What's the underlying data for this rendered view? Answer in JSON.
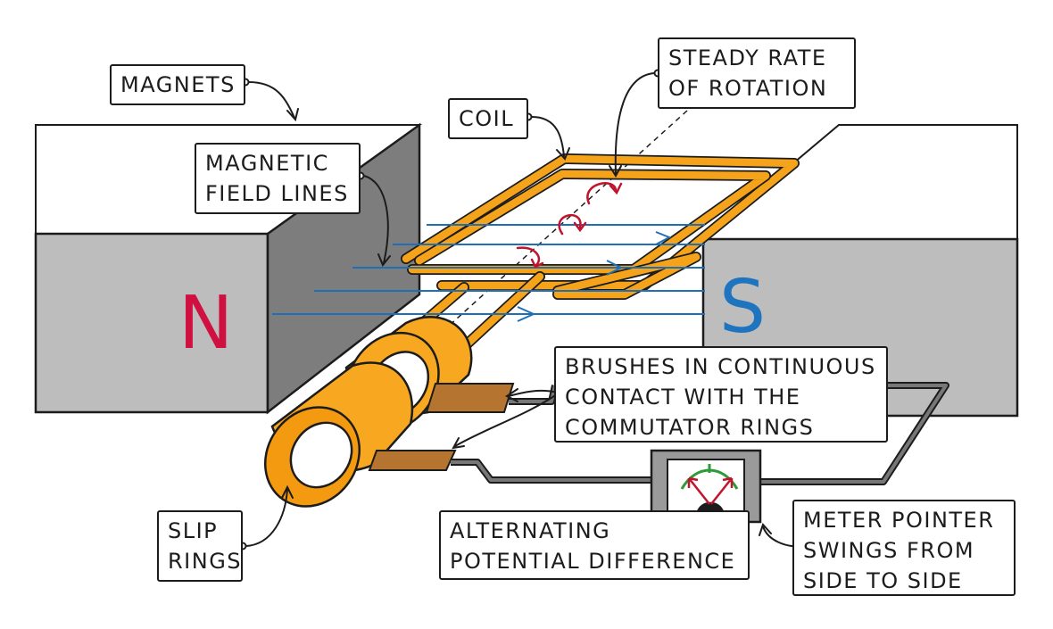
{
  "labels": {
    "magnets": "MAGNETS",
    "coil": "COIL",
    "rotation_line1": "STEADY RATE",
    "rotation_line2": "OF ROTATION",
    "field_line1": "MAGNETIC",
    "field_line2": "FIELD LINES",
    "brushes_line1": "BRUSHES IN CONTINUOUS",
    "brushes_line2": "CONTACT WITH THE",
    "brushes_line3": "COMMUTATOR RINGS",
    "slip_line1": "SLIP",
    "slip_line2": "RINGS",
    "ac_line1": "ALTERNATING",
    "ac_line2": "POTENTIAL DIFFERENCE",
    "meter_line1": "METER POINTER",
    "meter_line2": "SWINGS FROM",
    "meter_line3": "SIDE TO SIDE"
  },
  "poles": {
    "north": "N",
    "south": "S"
  },
  "colors": {
    "north_pole": "#d01040",
    "south_pole": "#1f74c0",
    "field_lines": "#1f6fb8",
    "coil": "#f5a31a",
    "rotation_arrows": "#c0152d",
    "magnet_face": "#bdbdbd",
    "magnet_side": "#7d7d7d",
    "slip_ring": "#f7a820",
    "brush": "#b5742f",
    "meter_scale": "#2e9a3a"
  }
}
